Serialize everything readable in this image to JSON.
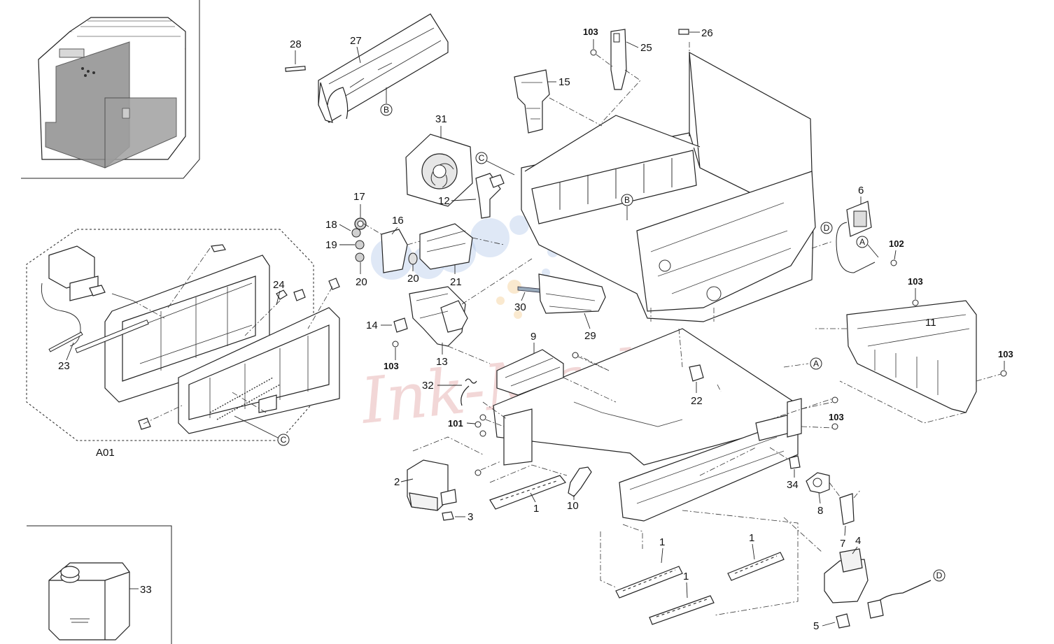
{
  "watermark": {
    "text": "Ink-Market"
  },
  "colors": {
    "watermark": "#e8b7b7",
    "blue_dots": "#b9cdea",
    "orange_dots": "#f6d7a8",
    "inset_gray": "#8f8f8f"
  },
  "inset_labels": {
    "waste_bottle": "33"
  },
  "part_labels": {
    "p1a": "1",
    "p1b": "1",
    "p1c": "1",
    "p1d": "1",
    "p2": "2",
    "p3": "3",
    "p4": "4",
    "p5": "5",
    "p6": "6",
    "p7": "7",
    "p8": "8",
    "p9": "9",
    "p10": "10",
    "p11": "11",
    "p12": "12",
    "p13": "13",
    "p14": "14",
    "p15": "15",
    "p16": "16",
    "p17": "17",
    "p18": "18",
    "p19": "19",
    "p20a": "20",
    "p20b": "20",
    "p21": "21",
    "p22": "22",
    "p23": "23",
    "p24": "24",
    "p25": "25",
    "p26": "26",
    "p27": "27",
    "p28": "28",
    "p29": "29",
    "p30": "30",
    "p31": "31",
    "p32": "32",
    "p34": "34",
    "a01": "A01"
  },
  "screw_labels": {
    "s101": "101",
    "s102": "102",
    "s103a": "103",
    "s103b": "103",
    "s103c": "103",
    "s103d": "103",
    "s103e": "103"
  },
  "connector_labels": {
    "A": "A",
    "B": "B",
    "C": "C",
    "D": "D"
  }
}
